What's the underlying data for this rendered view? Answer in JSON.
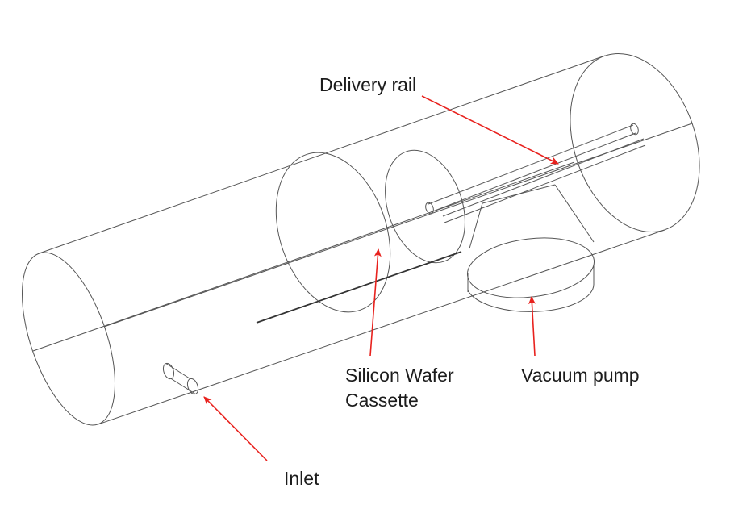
{
  "colors": {
    "background": "#ffffff",
    "line": "#555555",
    "arrow": "#e8211d",
    "text": "#1c1c1c"
  },
  "labels": {
    "delivery_rail": "Delivery rail",
    "silicon_wafer_cassette_line1": "Silicon Wafer",
    "silicon_wafer_cassette_line2": "Cassette",
    "vacuum_pump": "Vacuum pump",
    "inlet": "Inlet"
  }
}
